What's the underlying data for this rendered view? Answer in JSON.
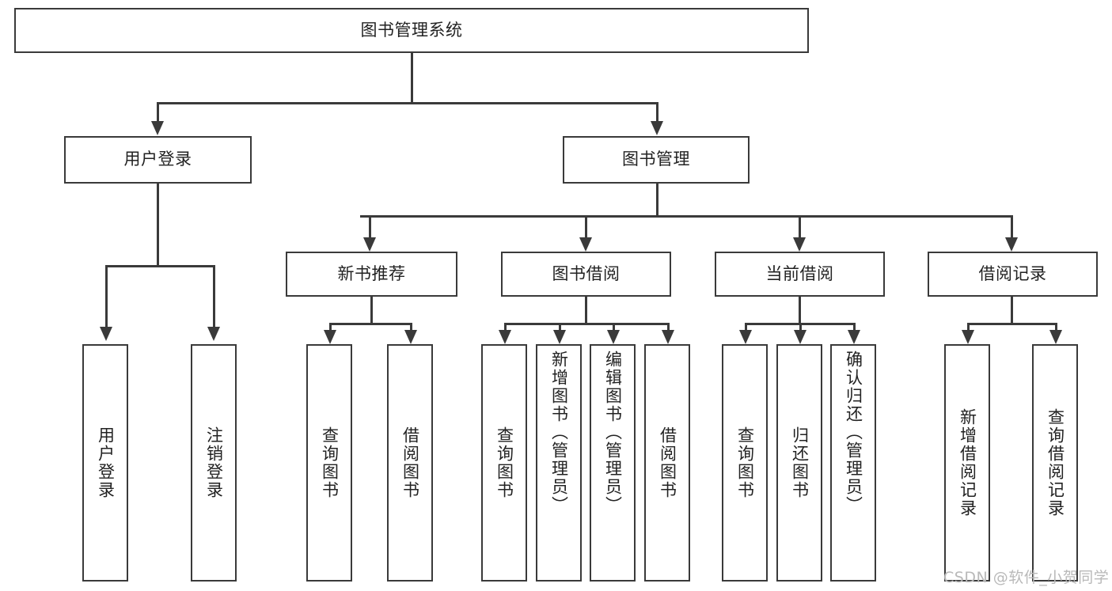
{
  "diagram": {
    "type": "tree-hierarchy-chart",
    "title": "图书管理系统",
    "root": {
      "label": "图书管理系统"
    },
    "level2": [
      {
        "label": "用户登录"
      },
      {
        "label": "图书管理"
      }
    ],
    "level3": [
      {
        "label": "新书推荐"
      },
      {
        "label": "图书借阅"
      },
      {
        "label": "当前借阅"
      },
      {
        "label": "借阅记录"
      }
    ],
    "leaves": {
      "user_login": [
        {
          "label": "用户登录"
        },
        {
          "label": "注销登录"
        }
      ],
      "new_book_recommend": [
        {
          "label": "查询图书"
        },
        {
          "label": "借阅图书"
        }
      ],
      "book_borrow": [
        {
          "label": "查询图书"
        },
        {
          "label": "新增图书（管理员）"
        },
        {
          "label": "编辑图书（管理员）"
        },
        {
          "label": "借阅图书"
        }
      ],
      "current_borrow": [
        {
          "label": "查询图书"
        },
        {
          "label": "归还图书"
        },
        {
          "label": "确认归还（管理员）"
        }
      ],
      "borrow_record": [
        {
          "label": "新增借阅记录"
        },
        {
          "label": "查询借阅记录"
        }
      ]
    }
  },
  "watermark": {
    "text": "CSDN @软件_小贺同学"
  },
  "colors": {
    "box_border": "#3a3a3a",
    "connector": "#3a3a3a",
    "background": "#ffffff",
    "text": "#222222",
    "watermark": "#b9b9b9"
  }
}
